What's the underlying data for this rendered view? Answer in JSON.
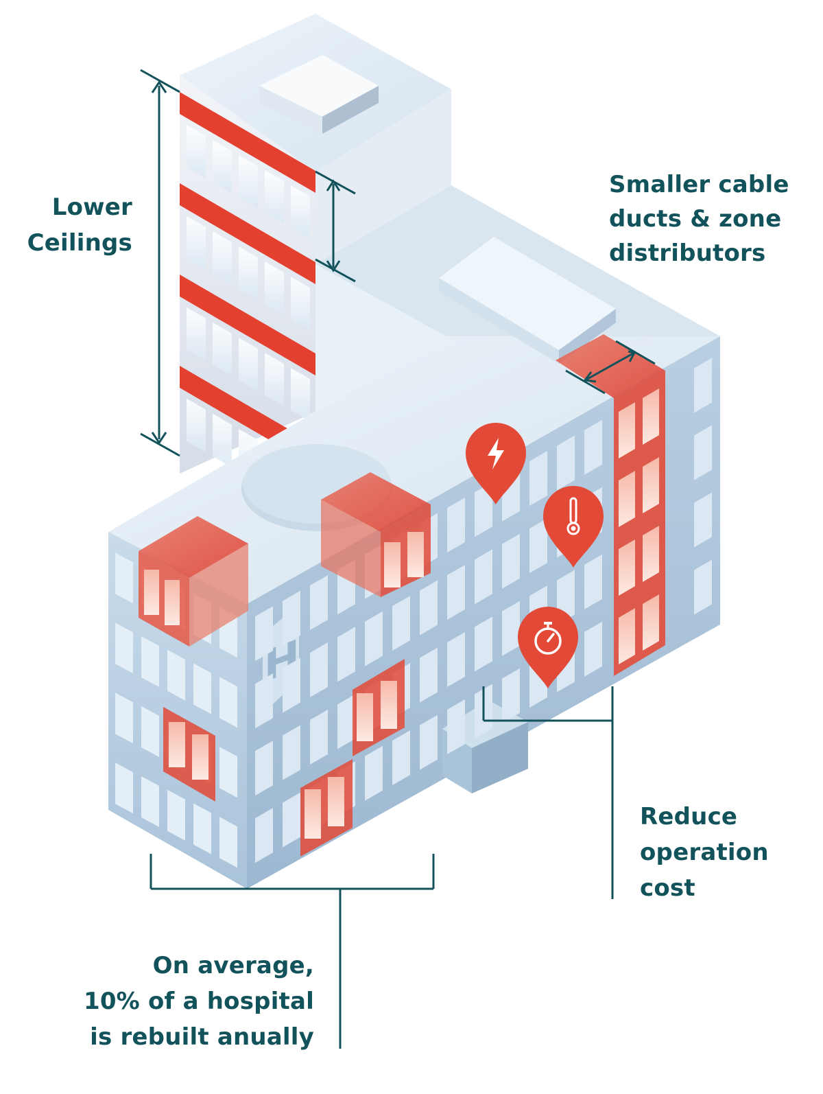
{
  "labels": {
    "lower_ceilings": [
      "Lower",
      "Ceilings"
    ],
    "cable_ducts": [
      "Smaller cable",
      "ducts & zone",
      "distributors"
    ],
    "operation_cost": [
      "Reduce",
      "operation",
      "cost"
    ],
    "rebuilt": [
      "On average,",
      "10% of a hospital",
      "is rebuilt anually"
    ]
  },
  "building": {
    "sign_letter": "H"
  },
  "icons": [
    "lightning-pin-icon",
    "thermometer-pin-icon",
    "stopwatch-pin-icon"
  ],
  "colors": {
    "label_text": "#12525a",
    "guide_line": "#12525a",
    "accent_red": "#e3402f",
    "building_light": "#dce8f2",
    "building_mid": "#b8cfe2",
    "building_dark": "#9fb8cf"
  }
}
